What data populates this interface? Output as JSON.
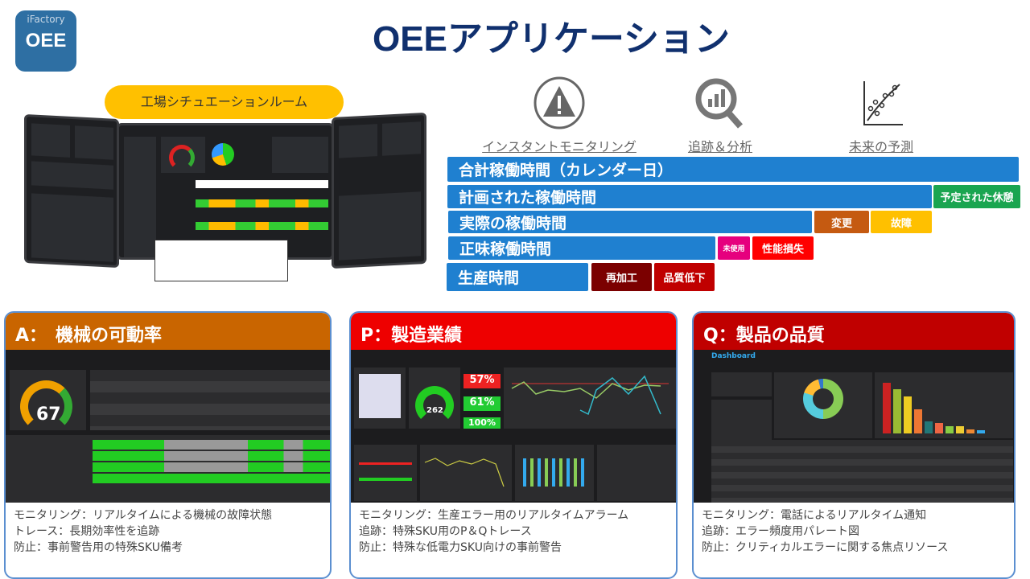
{
  "logo": {
    "top": "iFactory",
    "main": "OEE"
  },
  "title": "OEEアプリケーション",
  "situation_room": "工場シチュエーションルーム",
  "features": [
    {
      "icon": "warning-icon",
      "label": "インスタントモニタリング"
    },
    {
      "icon": "magnifier-chart-icon",
      "label": "追跡＆分析"
    },
    {
      "icon": "scatter-trend-icon",
      "label": "未来の予測"
    }
  ],
  "time_bars": {
    "total": "合計稼働時間（カレンダー日）",
    "planned": "計画された稼働時間",
    "planned_loss": "予定された休憩",
    "actual": "実際の稼働時間",
    "changeover": "変更",
    "breakdown": "故障",
    "net": "正味稼働時間",
    "unused": "未使用",
    "performance_loss": "性能損失",
    "productive": "生産時間",
    "rework": "再加工",
    "quality_loss": "品質低下"
  },
  "colors": {
    "blue": "#1f80d0",
    "green": "#1aa550",
    "orange": "#c55a11",
    "yellow": "#ffc000",
    "pink": "#e6007e",
    "red": "#ff0000",
    "dark_red": "#7b0000",
    "crimson": "#c00000",
    "title": "#10306e"
  },
  "panels": [
    {
      "header": "A：　機械の可動率",
      "color": "#c96500",
      "gauge_value": "67",
      "lines": [
        "モニタリング：リアルタイムによる機械の故障状態",
        "トレース：長期効率性を追跡",
        "防止：事前警告用の特殊SKU備考"
      ]
    },
    {
      "header": "P：製造業績",
      "color": "#ee0000",
      "gauge_value": "262",
      "utilization": "57%",
      "performance": "61%",
      "yield": "100%",
      "lines": [
        "モニタリング：生産エラー用のリアルタイムアラーム",
        "追跡：特殊SKU用のP＆Qトレース",
        "防止：特殊な低電力SKU向けの事前警告"
      ]
    },
    {
      "header": "Q：製品の品質",
      "color": "#c00000",
      "dashboard_label": "Dashboard",
      "lines": [
        "モニタリング：電話によるリアルタイム通知",
        "追跡：エラー頻度用パレート図",
        "防止：クリティカルエラーに関する焦点リソース"
      ]
    }
  ]
}
